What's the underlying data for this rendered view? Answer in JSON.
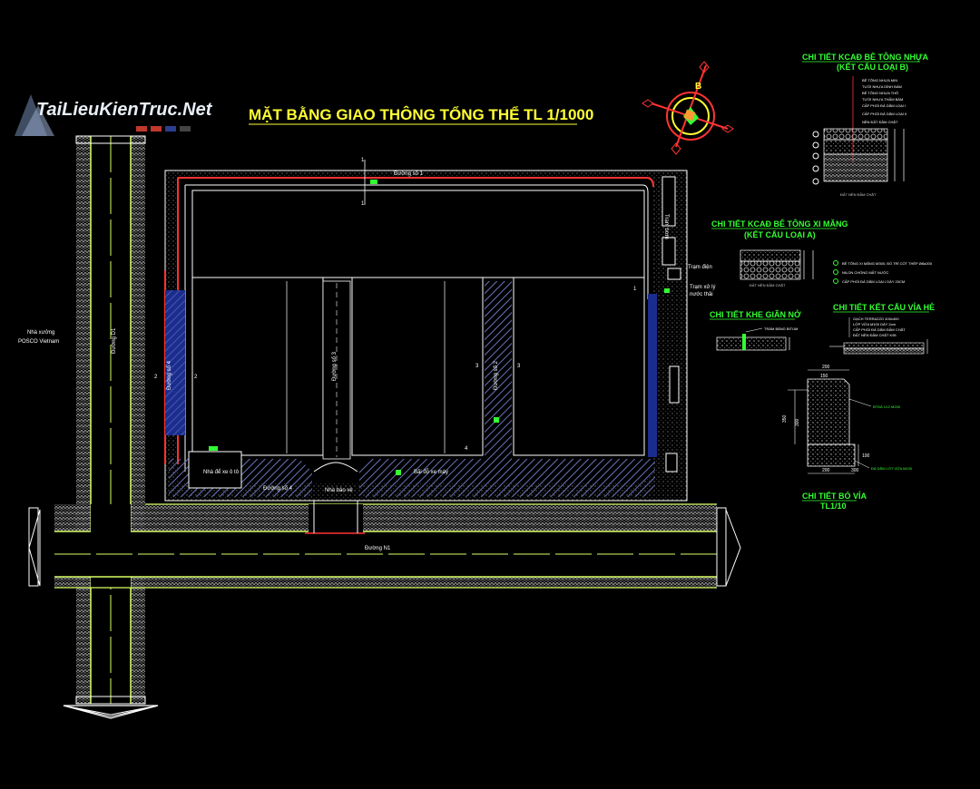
{
  "watermark": {
    "text": "TaiLieuKienTruc.Net"
  },
  "title": "MẶT BẰNG GIAO THÔNG TỔNG THỂ TL 1/1000",
  "north_arrow": {
    "label": "B"
  },
  "roads": {
    "vertical_label": "Đường D1",
    "horizontal_label": "Đường N1",
    "left_area_label_1": "Nhà xưởng",
    "left_area_label_2": "POSCO Vietnam"
  },
  "site": {
    "top_road": "Đường số 1",
    "road_3": "Đường số 3",
    "road_4": "Đường số 4",
    "road_2": "Đường số 2",
    "guard_house": "Nhà bảo vệ",
    "car_parking": "Nhà để xe ô tô",
    "motor_parking": "Bãi đỗ xe máy",
    "substation": "Trạm điện",
    "right_note_1": "Trạm xử lý",
    "right_note_2": "nước thải",
    "pump": "Trạm bơm",
    "cut_1": "1",
    "cut_2": "2",
    "cut_3": "3",
    "cut_4": "4"
  },
  "details": {
    "asphalt": {
      "title": "CHI TIẾT KCAĐ BÊ TÔNG NHỰA",
      "subtitle": "(KẾT CẤU LOẠI B)",
      "layers": [
        "BÊ TÔNG NHỰA MỊN",
        "TƯỚI NHỰA DÍNH BÁM",
        "BÊ TÔNG NHỰA THÔ",
        "TƯỚI NHỰA THẤM BÁM",
        "CẤP PHỐI ĐÁ DĂM LOẠI I",
        "CẤP PHỐI ĐÁ DĂM LOẠI II",
        "NỀN ĐẤT ĐẦM CHẶT"
      ],
      "base": "ĐẤT NỀN ĐẦM CHẶT"
    },
    "concrete": {
      "title": "CHI TIẾT KCAĐ BÊ TÔNG XI MĂNG",
      "subtitle": "(KẾT CẤU LOẠI A)",
      "layers": [
        "BÊ TÔNG XI MĂNG M300, BỐ TRÍ CỐT THÉP Ø8a200",
        "NILON CHỐNG MẤT NƯỚC",
        "CẤP PHỐI ĐÁ DĂM LOẠI I DÀY 20CM"
      ],
      "base": "ĐẤT NỀN ĐẦM CHẶT"
    },
    "joint": {
      "title": "CHI TIẾT KHE GIÃN NỞ",
      "note": "TRÁM BẰNG BITUM"
    },
    "sidewalk": {
      "title": "CHI TIẾT KẾT CẤU VỈA HÈ",
      "layers": [
        "GẠCH TERRAZZO 400x400",
        "LỚP VỮA M100 DÀY 2cm",
        "CẤP PHỐI ĐÁ DĂM ĐẦM CHẶT",
        "ĐẤT NỀN ĐẦM CHẶT K95"
      ]
    },
    "curb": {
      "title": "CHI TIẾT BÓ VỈA",
      "scale": "TL1/10",
      "dims": [
        "200",
        "150",
        "350",
        "100",
        "200",
        "300",
        "300"
      ],
      "note_1": "BTĐÁ 1X2 M200",
      "note_2": "ĐÁ DĂM LÓT VỮA M100"
    }
  }
}
